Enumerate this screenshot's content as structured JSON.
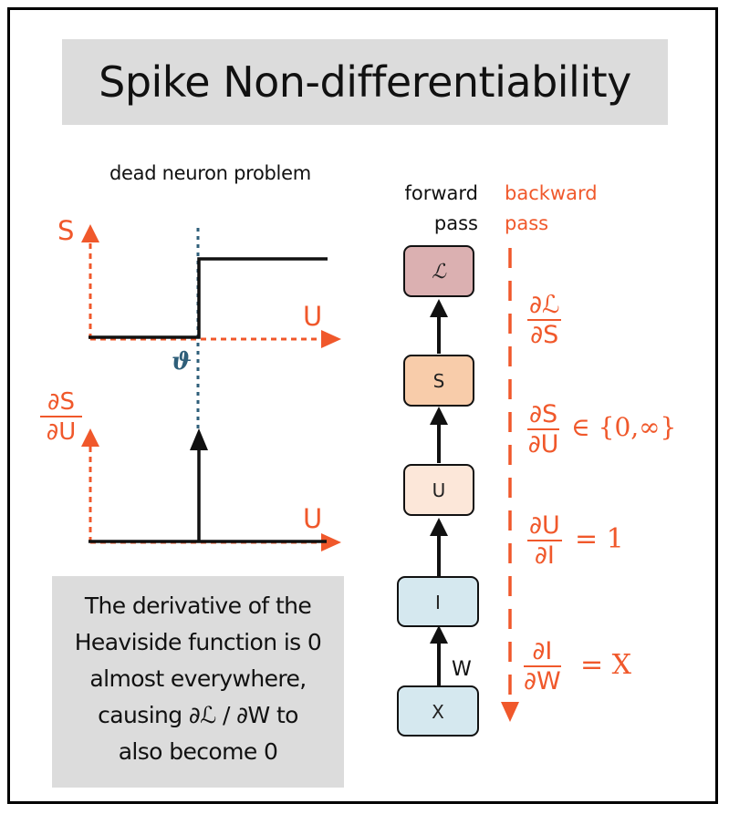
{
  "title": "Spike Non-differentiability",
  "left_panel": {
    "heading": "dead neuron problem",
    "top_plot": {
      "y_label": "S",
      "x_label": "U",
      "threshold_label": "ϑ"
    },
    "bottom_plot": {
      "y_label_num": "∂S",
      "y_label_den": "∂U",
      "x_label": "U"
    }
  },
  "note": {
    "line1": "The derivative of the",
    "line2": "Heaviside function is 0",
    "line3": "almost everywhere,",
    "line4": "causing ∂ℒ / ∂W to",
    "line5": "also become 0"
  },
  "forward": {
    "label_line1": "forward",
    "label_line2": "pass"
  },
  "backward": {
    "label_line1": "backward",
    "label_line2": "pass"
  },
  "nodes": [
    {
      "id": "L",
      "label": "ℒ",
      "fill": "#dbb0b1"
    },
    {
      "id": "S",
      "label": "S",
      "fill": "#f8ccaa"
    },
    {
      "id": "U",
      "label": "U",
      "fill": "#fce7d9"
    },
    {
      "id": "I",
      "label": "I",
      "fill": "#d5e8ef"
    },
    {
      "id": "X",
      "label": "X",
      "fill": "#d5e8ef"
    }
  ],
  "edge_weight_label": "W",
  "gradients": [
    {
      "num": "∂ℒ",
      "den": "∂S",
      "rhs": ""
    },
    {
      "num": "∂S",
      "den": "∂U",
      "rhs": "∈ {0,∞}"
    },
    {
      "num": "∂U",
      "den": "∂I",
      "rhs": "= 1"
    },
    {
      "num": "∂I",
      "den": "∂W",
      "rhs": "= X"
    }
  ],
  "colors": {
    "accent": "#f0582b",
    "threshold": "#2f5f7a",
    "box_gray": "#dcdcdc"
  }
}
